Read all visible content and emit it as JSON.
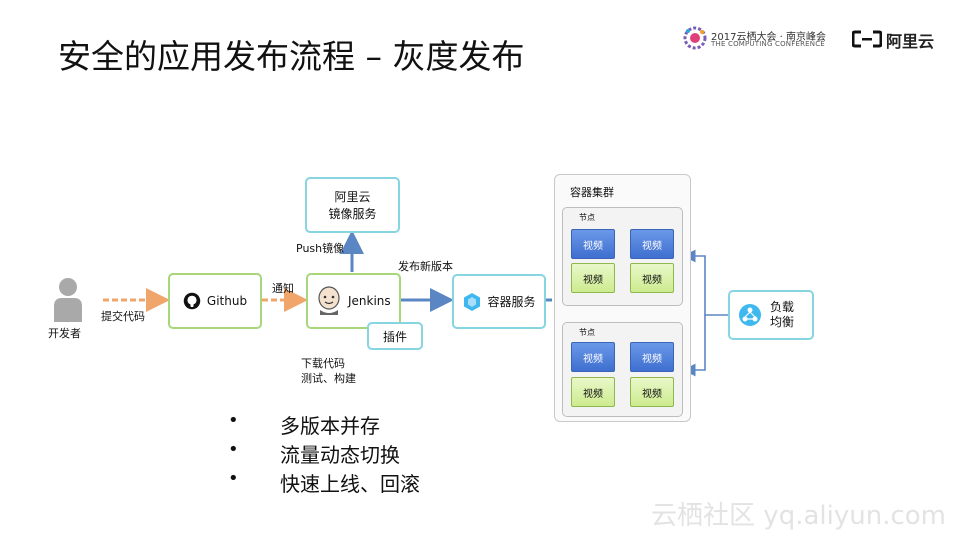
{
  "title": "安全的应用发布流程 – 灰度发布",
  "branding": {
    "conference_line1": "2017云栖大会 · 南京峰会",
    "conference_line2": "THE COMPUTING CONFERENCE",
    "aliyun_logo_text": "阿里云"
  },
  "diagram": {
    "developer_label": "开发者",
    "commit_label": "提交代码",
    "github_label": "Github",
    "notify_label": "通知",
    "jenkins_label": "Jenkins",
    "plugin_label": "插件",
    "push_label": "Push镜像",
    "registry_label_line1": "阿里云",
    "registry_label_line2": "镜像服务",
    "release_label": "发布新版本",
    "container_service_label": "容器服务",
    "jenkins_steps_line1": "下载代码",
    "jenkins_steps_line2": "测试、构建",
    "cluster_label": "容器集群",
    "node1_label": "节点",
    "node2_label": "节点",
    "pod_label": "视频",
    "load_balancer_line1": "负载",
    "load_balancer_line2": "均衡"
  },
  "bullets": [
    "多版本并存",
    "流量动态切换",
    "快速上线、回滚"
  ],
  "watermark": "云栖社区 yq.aliyun.com",
  "colors": {
    "teal_border": "#86d5e0",
    "green_border": "#a8d67a",
    "blue_arrow": "#5b86c4",
    "orange_arrow": "#f0a56a",
    "pod_blue": "#4a7bd9",
    "pod_green": "#d5efa0"
  }
}
